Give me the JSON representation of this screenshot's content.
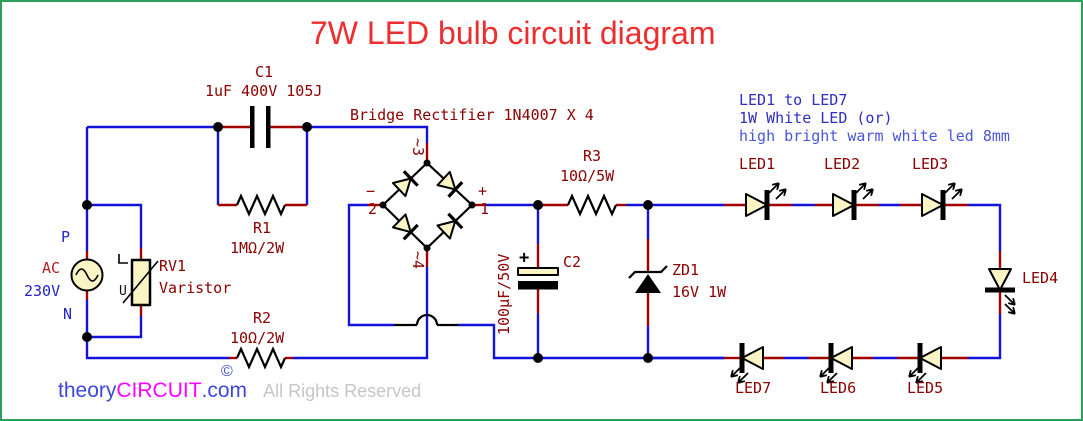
{
  "title": "7W LED bulb circuit diagram",
  "labels": {
    "c1_ref": "C1",
    "c1_val": "1uF 400V 105J",
    "bridge": "Bridge Rectifier 1N4007 X 4",
    "r1_ref": "R1",
    "r1_val": "1MΩ/2W",
    "rv1_ref": "RV1",
    "rv1_val": "Varistor",
    "rv1_u": "U",
    "ac_p": "P",
    "ac_ac": "AC",
    "ac_v": "230V",
    "ac_n": "N",
    "r2_ref": "R2",
    "r2_val": "10Ω/2W",
    "r3_ref": "R3",
    "r3_val": "10Ω/5W",
    "c2_ref": "C2",
    "c2_val": "100µF/50V",
    "c2_plus": "+",
    "zd1_ref": "ZD1",
    "zd1_val": "16V 1W",
    "pin_minus": "−",
    "pin_2": "2",
    "pin_plus": "+",
    "pin_1": "1",
    "pin_3": "3",
    "pin_4": "4",
    "pin_tilde": "~"
  },
  "led_note": [
    "LED1 to LED7",
    "1W White LED (or)",
    "high bright warm white led 8mm"
  ],
  "led_labels": {
    "led1": "LED1",
    "led2": "LED2",
    "led3": "LED3",
    "led4": "LED4",
    "led5": "LED5",
    "led6": "LED6",
    "led7": "LED7"
  },
  "footer": {
    "brand_part1": "theory",
    "brand_part2": "CIRCUIT",
    "brand_part3": ".com",
    "copyright": "©",
    "rights": "All Rights Reserved"
  },
  "colors": {
    "wire_blue": "#1212d9",
    "pin_red": "#a30000",
    "label_dark_red": "#8b0000",
    "title_red": "#ee2e2e",
    "note_blue": "#2f2fc2",
    "border_green": "#2ca05a",
    "brand_blue": "#3b49d6",
    "brand_magenta": "#ff00ff",
    "rights_gray": "#c6c6c6",
    "component_fill": "#fbf4c5"
  }
}
